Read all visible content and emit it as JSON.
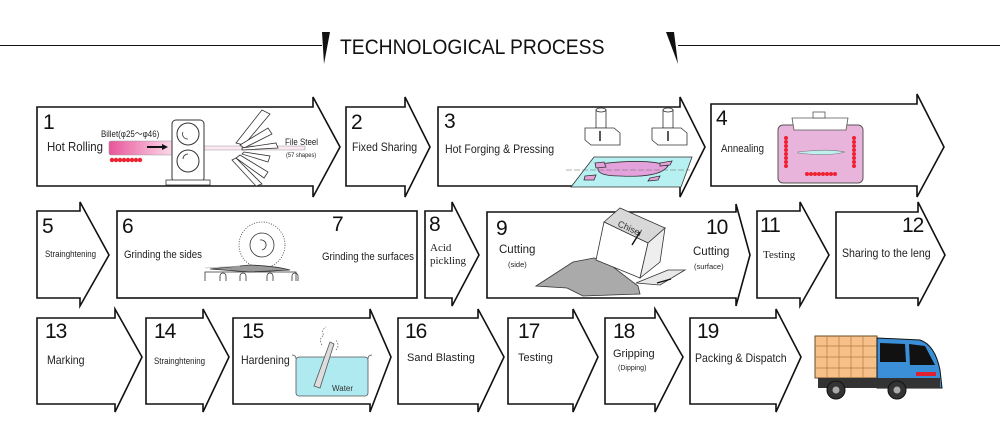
{
  "header": {
    "title": "TECHNOLOGICAL PROCESS"
  },
  "steps": [
    {
      "num": "1",
      "label": "Hot Rolling",
      "notes": {
        "billet": "Billet(φ25〜φ46)",
        "output": "File Steel",
        "output_sub": "(57 shapes)"
      }
    },
    {
      "num": "2",
      "label": "Fixed Sharing"
    },
    {
      "num": "3",
      "label": "Hot Forging & Pressing"
    },
    {
      "num": "4",
      "label": "Annealing"
    },
    {
      "num": "5",
      "label": "Strainghtening"
    },
    {
      "num": "6",
      "label": "Grinding the sides"
    },
    {
      "num": "7",
      "label": "Grinding the surfaces"
    },
    {
      "num": "8",
      "label": "Acid pickling",
      "label_lines": [
        "Acid",
        "pickling"
      ]
    },
    {
      "num": "9",
      "label": "Cutting",
      "sub": "(side)",
      "notes": {
        "tool": "Chisel"
      }
    },
    {
      "num": "10",
      "label": "Cutting",
      "sub": "(surface)"
    },
    {
      "num": "11",
      "label": "Testing"
    },
    {
      "num": "12",
      "label": "Sharing to the leng"
    },
    {
      "num": "13",
      "label": "Marking"
    },
    {
      "num": "14",
      "label": "Strainghtening"
    },
    {
      "num": "15",
      "label": "Hardening",
      "notes": {
        "medium": "Water"
      }
    },
    {
      "num": "16",
      "label": "Sand Blasting"
    },
    {
      "num": "17",
      "label": "Testing"
    },
    {
      "num": "18",
      "label": "Gripping",
      "sub": "(Dipping)"
    },
    {
      "num": "19",
      "label": "Packing & Dispatch"
    }
  ],
  "icons": [
    "rolling-mill-icon",
    "forging-press-icon",
    "annealing-furnace-icon",
    "grinding-wheel-icon",
    "chisel-icon",
    "water-bath-icon",
    "delivery-truck-icon"
  ],
  "colors": {
    "line": "#111111",
    "billet_pink": "#e8559a",
    "heater_red": "#ee2233",
    "furnace_pink": "#e8b0dc",
    "water_cyan": "#aeeaf0",
    "truck_blue": "#3a8fd8",
    "cargo_orange": "#f7c08a"
  }
}
